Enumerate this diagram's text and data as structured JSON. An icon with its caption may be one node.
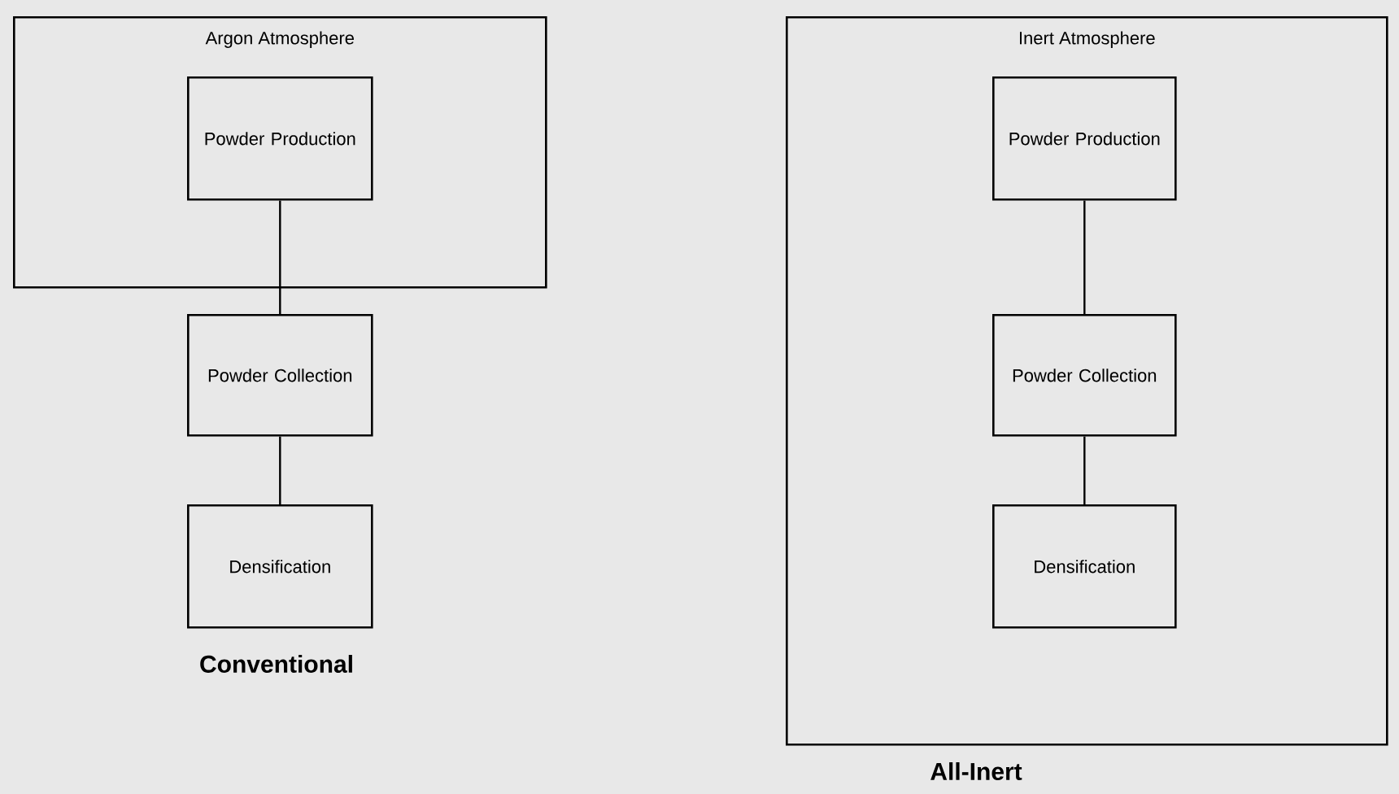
{
  "diagram": {
    "nodes": [
      {
        "text": [
          "Argon Atmosphere"
        ]
      },
      {
        "text": [
          "Powder Production"
        ],
        "in": 0
      },
      {
        "text": [
          "Powder Collection"
        ]
      },
      {
        "text": [
          "Densification"
        ]
      },
      {
        "text": [
          "Inert Atmosphere"
        ]
      },
      {
        "text": [
          "Powder Production"
        ],
        "in": 4
      },
      {
        "text": [
          "Powder Collection"
        ],
        "in": 4
      },
      {
        "text": [
          "Densification"
        ],
        "in": 4
      }
    ],
    "edges": [
      {
        "from": 1,
        "to": 2,
        "arrow": "none"
      },
      {
        "from": 2,
        "to": 3,
        "arrow": "none"
      },
      {
        "from": 5,
        "to": 6,
        "arrow": "none"
      },
      {
        "from": 6,
        "to": 7,
        "arrow": "none"
      }
    ],
    "labels": [
      "Conventional",
      "All-Inert"
    ]
  }
}
